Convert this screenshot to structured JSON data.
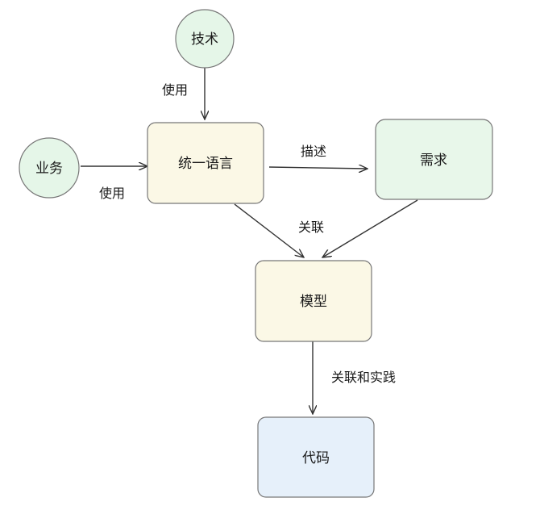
{
  "nodes": {
    "tech": {
      "label": "技术",
      "shape": "circle",
      "fill": "#e5f6e8"
    },
    "business": {
      "label": "业务",
      "shape": "circle",
      "fill": "#e5f6e8"
    },
    "ubiquitous_language": {
      "label": "统一语言",
      "shape": "rounded-rect",
      "fill": "#fbf8e6"
    },
    "requirements": {
      "label": "需求",
      "shape": "rounded-rect",
      "fill": "#e8f7ea"
    },
    "model": {
      "label": "模型",
      "shape": "rounded-rect",
      "fill": "#fbf8e6"
    },
    "code": {
      "label": "代码",
      "shape": "rounded-rect",
      "fill": "#e6f0fa"
    }
  },
  "edges": {
    "tech_to_language": {
      "from": "技术",
      "to": "统一语言",
      "label": "使用"
    },
    "business_to_language": {
      "from": "业务",
      "to": "统一语言",
      "label": "使用"
    },
    "language_to_requirements": {
      "from": "统一语言",
      "to": "需求",
      "label": "描述"
    },
    "language_to_model": {
      "from": "统一语言",
      "to": "模型",
      "label": "关联"
    },
    "requirements_to_model": {
      "from": "需求",
      "to": "模型",
      "label": ""
    },
    "model_to_code": {
      "from": "模型",
      "to": "代码",
      "label": "关联和实践"
    }
  },
  "colors": {
    "line": "#333333",
    "outline": "#777777",
    "text": "#1a1a1a"
  }
}
